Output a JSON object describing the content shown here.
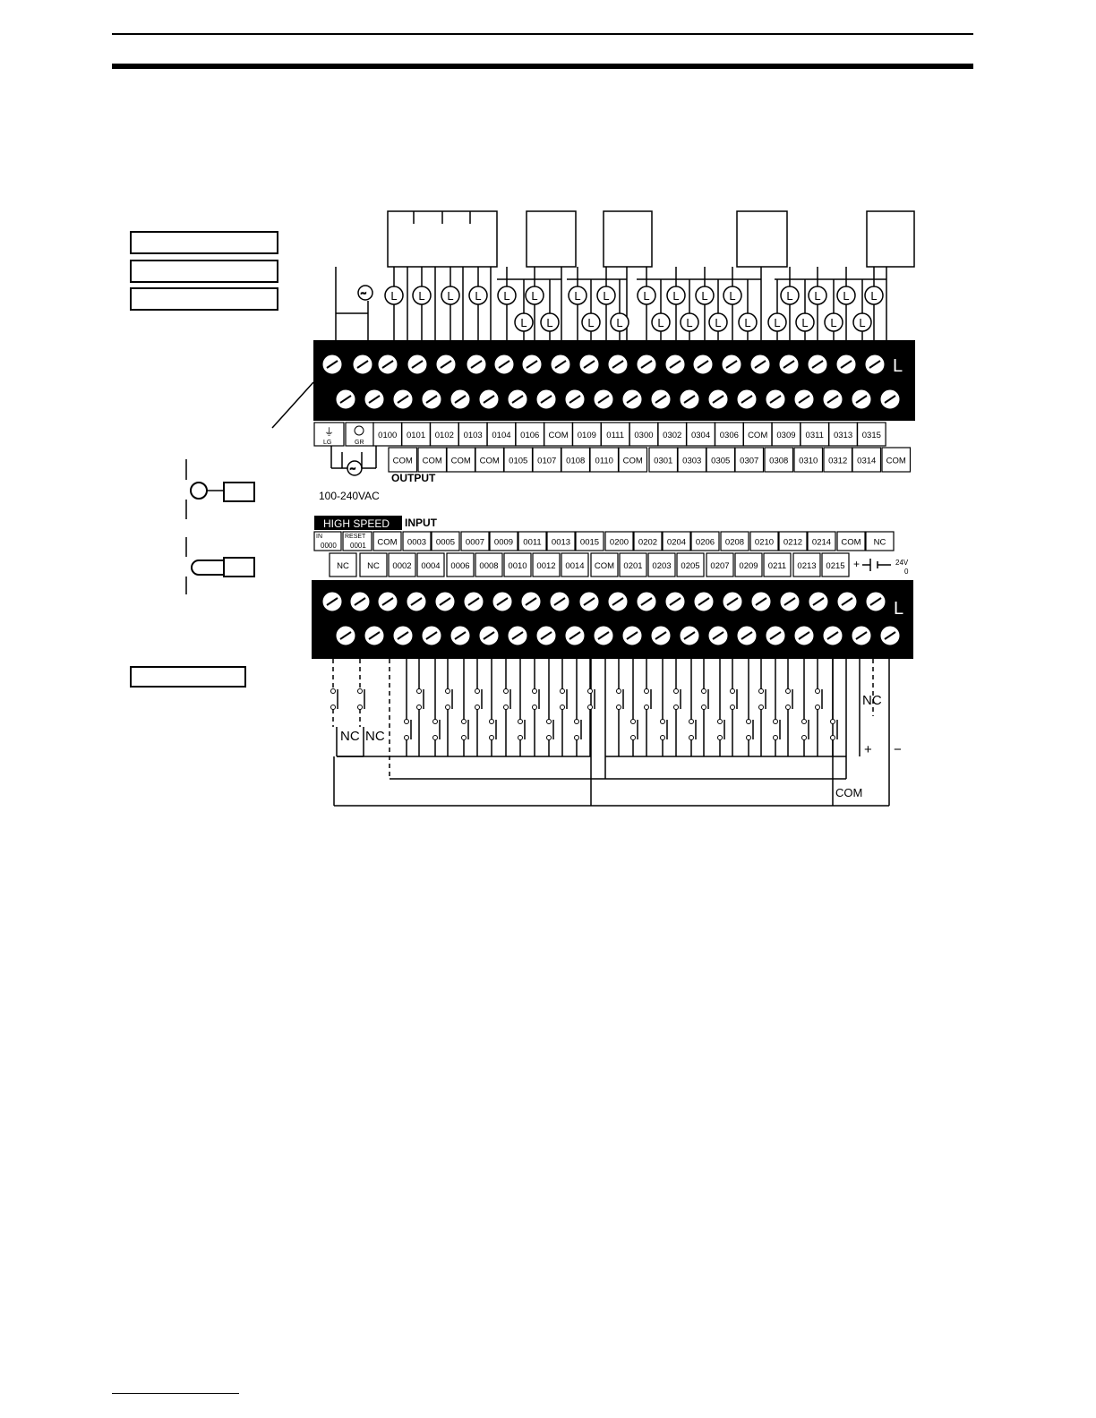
{
  "output_top_labels": [
    "0100",
    "0101",
    "0102",
    "0103",
    "0104",
    "0106",
    "COM",
    "0109",
    "0111",
    "0300",
    "0302",
    "0304",
    "0306",
    "COM",
    "0309",
    "0311",
    "0313",
    "0315"
  ],
  "output_bottom_labels": [
    "COM",
    "COM",
    "COM",
    "COM",
    "0105",
    "0107",
    "0108",
    "0110",
    "COM",
    "0301",
    "0303",
    "0305",
    "0307",
    "0308",
    "0310",
    "0312",
    "0314",
    "COM"
  ],
  "power_labels": {
    "lg": "LG",
    "gr": "GR",
    "voltage": "100-240VAC"
  },
  "output_heading": "OUTPUT",
  "high_speed_label": "HIGH SPEED",
  "input_heading": "INPUT",
  "input_in": {
    "top": "IN",
    "bottom": "0000"
  },
  "input_reset": {
    "top": "RESET",
    "bottom": "0001"
  },
  "input_top_labels": [
    "COM",
    "0003",
    "0005",
    "0007",
    "0009",
    "0011",
    "0013",
    "0015",
    "0200",
    "0202",
    "0204",
    "0206",
    "0208",
    "0210",
    "0212",
    "0214",
    "COM",
    "NC"
  ],
  "input_bottom_labels": [
    "NC",
    "NC",
    "0002",
    "0004",
    "0006",
    "0008",
    "0010",
    "0012",
    "0014",
    "COM",
    "0201",
    "0203",
    "0205",
    "0207",
    "0209",
    "0211",
    "0213",
    "0215"
  ],
  "supply_24v": {
    "volt": "24V",
    "zero": "0",
    "plus": "+",
    "minus": "−"
  },
  "load_symbol": "L",
  "nc_labels": [
    "NC",
    "NC",
    "NC"
  ],
  "com_label": "COM"
}
